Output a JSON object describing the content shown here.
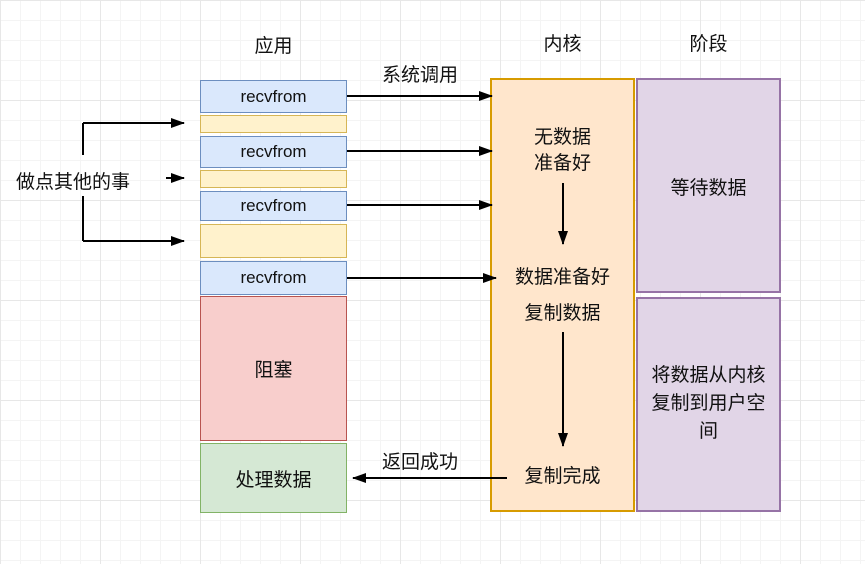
{
  "headers": {
    "app": "应用",
    "kernel": "内核",
    "stage": "阶段"
  },
  "app": {
    "recvfrom": "recvfrom",
    "blocking": "阻塞",
    "process_data": "处理数据"
  },
  "kernel": {
    "no_data_ready": "无数据\n准备好",
    "data_ready": "数据准备好",
    "copy_data": "复制数据",
    "copy_done": "复制完成"
  },
  "stage": {
    "wait_data": "等待数据",
    "copy_to_user": "将数据从内核复制到用户空间"
  },
  "labels": {
    "do_something_else": "做点其他的事",
    "system_call": "系统调用",
    "return_success": "返回成功"
  },
  "colors": {
    "blue-fill": "#dae8fc",
    "blue-stroke": "#6c8ebf",
    "yellow-fill": "#fff2cc",
    "yellow-stroke": "#d6b656",
    "orange-fill": "#ffe6cc",
    "orange-stroke": "#d79b00",
    "red-fill": "#f8cecc",
    "red-stroke": "#b85450",
    "green-fill": "#d5e8d4",
    "green-stroke": "#82b366",
    "purple-fill": "#e1d5e7",
    "purple-stroke": "#9673a6",
    "arrow": "#000000"
  }
}
